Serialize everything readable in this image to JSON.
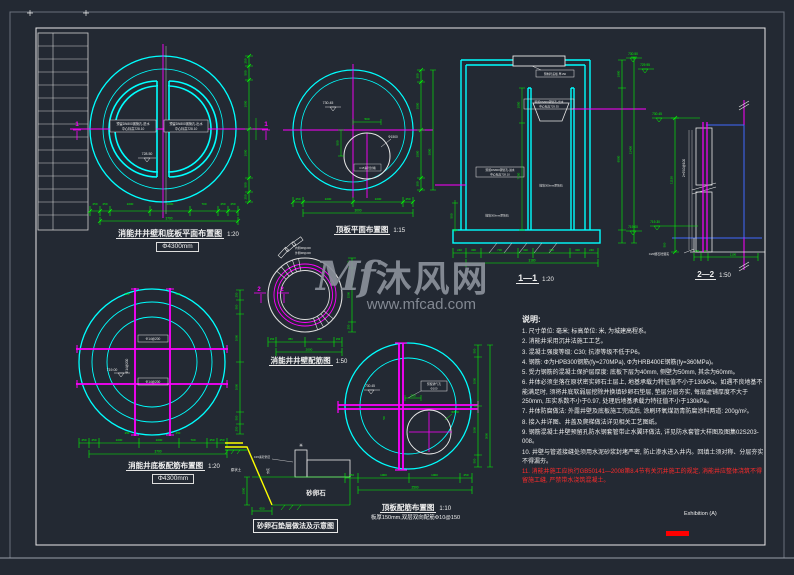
{
  "frame": {
    "footer_label": "Exhibition (A)"
  },
  "watermark": {
    "logo": "Mf",
    "name": "沐风网",
    "url": "www.mfcad.com"
  },
  "d1": {
    "title": "消能井井壁和底板平面布置图",
    "scale": "1:20",
    "subtitle": "Φ4300mm",
    "marker": "1",
    "label_left1": "预留DN800钢管孔-进水",
    "label_left2": "中心标高728.10",
    "label_right1": "预留DN800钢管孔-出水",
    "label_right2": "中心标高728.10",
    "elev": "728.50",
    "dims_bottom": [
      "250",
      "250",
      "1000",
      "1000",
      "700",
      "250",
      "250"
    ],
    "total_bottom": "3700",
    "dims_right": [
      "250",
      "500",
      "1000",
      "1000",
      "500",
      "250"
    ]
  },
  "d2": {
    "title": "顶板平面布置图",
    "scale": "1:15",
    "elev": "730.45",
    "label_hole": "Φ1500",
    "label_plug": "C15素砼封堵",
    "dim_a": "500",
    "dim_b": "500",
    "dims_right": [
      "300",
      "1000",
      "1000",
      "300"
    ],
    "total_right": "3000",
    "dims_bottom": [
      "250",
      "1000",
      "1000",
      "250"
    ],
    "total_bottom": "3000"
  },
  "d3": {
    "title": "1—1",
    "scale": "1:20",
    "label_cover": "预制砼盖板 厚150",
    "label_out1": "预留DN800钢管孔-出水",
    "label_out2": "中心标高729.35",
    "label_in1": "预留DN800钢管孔-进水",
    "label_in2": "中心标高728.10",
    "label_fill1": "抛填300mm厚块石",
    "label_fill2": "抛填300mm厚块石",
    "elev_t1": "730.50",
    "elev_t2": "729.95",
    "elev_b": "719.00",
    "dim_wall": "500",
    "dim_i1": "1050",
    "dim_i2": "7150",
    "dims_right": [
      "1900",
      "9500"
    ],
    "total_right": "11400",
    "dims_bottom": [
      "240",
      "300",
      "700",
      "300",
      "700",
      "300",
      "240"
    ],
    "total_bottom": "3180"
  },
  "d4": {
    "title": "2—2",
    "scale": "1:50",
    "elev_t": "730.45",
    "elev_b": "719.30",
    "label_bar": "2×Φ10@100",
    "label_grout": "C20细石砼灌实",
    "dim_left": "11150",
    "dim_s": "500",
    "dims_bottom": [
      "150",
      "150",
      "1100"
    ]
  },
  "d5": {
    "title": "消能井井壁配筋图",
    "scale": "1:50",
    "marker": "2",
    "label_seg1": "内侧Φ8@200",
    "label_seg2": "外侧Φ8@200",
    "dims_right": [
      "250",
      "1500",
      "250"
    ],
    "dims_bottom": [
      "150",
      "850",
      "850",
      "150"
    ],
    "total_bottom": "2000"
  },
  "d6": {
    "title": "消能井底板配筋布置图",
    "scale": "1:20",
    "subtitle": "Φ4300mm",
    "tick": "250",
    "label_rebar1": "Φ14@200",
    "label_rebar2": "Φ14@200",
    "label_rebar3": "Φ14@200",
    "elev": "719.00",
    "dims_right": [
      "250",
      "500",
      "1000",
      "1000",
      "500",
      "250"
    ],
    "dims_bottom": [
      "250",
      "250",
      "1000",
      "1000",
      "700",
      "250",
      "250"
    ],
    "total_bottom": "3700"
  },
  "d7": {
    "title": "砂卵石垫层做法及示意图",
    "label_soil": "原状土",
    "label_tamp": "夯实",
    "label_cushion": "C15素砼垫层",
    "label_bed": "砂卵石",
    "dim_h": "1000",
    "dim_w": "650",
    "star": "✳"
  },
  "d8": {
    "title": "顶板配筋布置图",
    "scale": "1:10",
    "subtitle": "板厚150mm,双层双向配筋Φ10@150",
    "elev": "730.45",
    "label_vent1": "预留通气孔",
    "label_vent2": "Φ100",
    "label_hole": "Φ800",
    "dim_a": "200",
    "dim_b": "50",
    "dims_right": [
      "500",
      "1000",
      "1000",
      "500"
    ],
    "total_right": "3000",
    "dims_bottom": [
      "250",
      "1000",
      "1000",
      "250"
    ],
    "total_bottom": "2500"
  },
  "notes": {
    "heading": "说明:",
    "items": [
      "1. 尺寸单位: 毫米; 标高单位: 米, 为城建高程系。",
      "2. 消能井采用沉井法施工工艺。",
      "3. 混凝土强度等级: C30; 抗渗等级不低于P6。",
      "4. 钢筋: Φ为HPB300钢筋(fy=270MPa), Φ为HRB400E钢筋(fy=360MPa)。",
      "5. 受力钢筋的混凝土保护层厚度: 底板下层为40mm, 侧壁为50mm, 其余为60mm。",
      "6. 井体必须坐落在原状密实卵石土层上, 地基承载力特征值不小于130kPa。如遇不良地基不能满足时, 须将井底软弱层挖除并换填砂卵石垫层, 垫层分层夯实, 每层虚铺厚度不大于250mm, 压实系数不小于0.97, 处理后地基承载力特征值不小于130kPa。",
      "7. 井体防腐做法: 外露井壁及底板施工完成后, 涂刷环氧煤沥青防腐涂料两道: 200g/m²。",
      "8. 接入井详图、井盖及爬梯做法详见相关工艺图纸。",
      "9. 钢筋混凝土井壁预留孔防水钢套管带止水翼环做法, 详见防水套管大样图及图集02S203-008。",
      "10. 井壁与管道接缝处须用水泥砂浆封堵严密, 防止渗水进入井内。回填土须对称、分层夯实不得漏夯。",
      "11. 消能井施工应执行GB50141—2008第8.4节有关沉井施工的规定, 消能井应整体浇筑不得留施工缝, 严禁带水浇筑混凝土。"
    ]
  }
}
